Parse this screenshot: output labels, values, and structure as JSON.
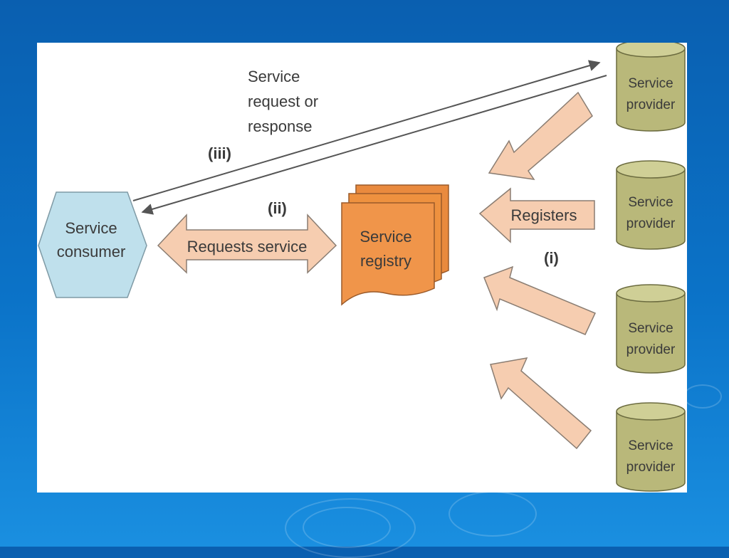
{
  "consumer": {
    "line1": "Service",
    "line2": "consumer"
  },
  "registry": {
    "line1": "Service",
    "line2": "registry"
  },
  "message_label": {
    "line1": "Service",
    "line2": "request or",
    "line3": "response"
  },
  "markers": {
    "step1": "(i)",
    "step2": "(ii)",
    "step3": "(iii)"
  },
  "arrows": {
    "requests": "Requests service",
    "registers": "Registers"
  },
  "providers": [
    {
      "line1": "Service",
      "line2": "provider"
    },
    {
      "line1": "Service",
      "line2": "provider"
    },
    {
      "line1": "Service",
      "line2": "provider"
    },
    {
      "line1": "Service",
      "line2": "provider"
    }
  ],
  "colors": {
    "background": "#0b6cc0",
    "consumer": "#bfe0ec",
    "registry": "#f0954a",
    "arrow_fill": "#f6cdb0",
    "provider": "#b9b87a"
  }
}
